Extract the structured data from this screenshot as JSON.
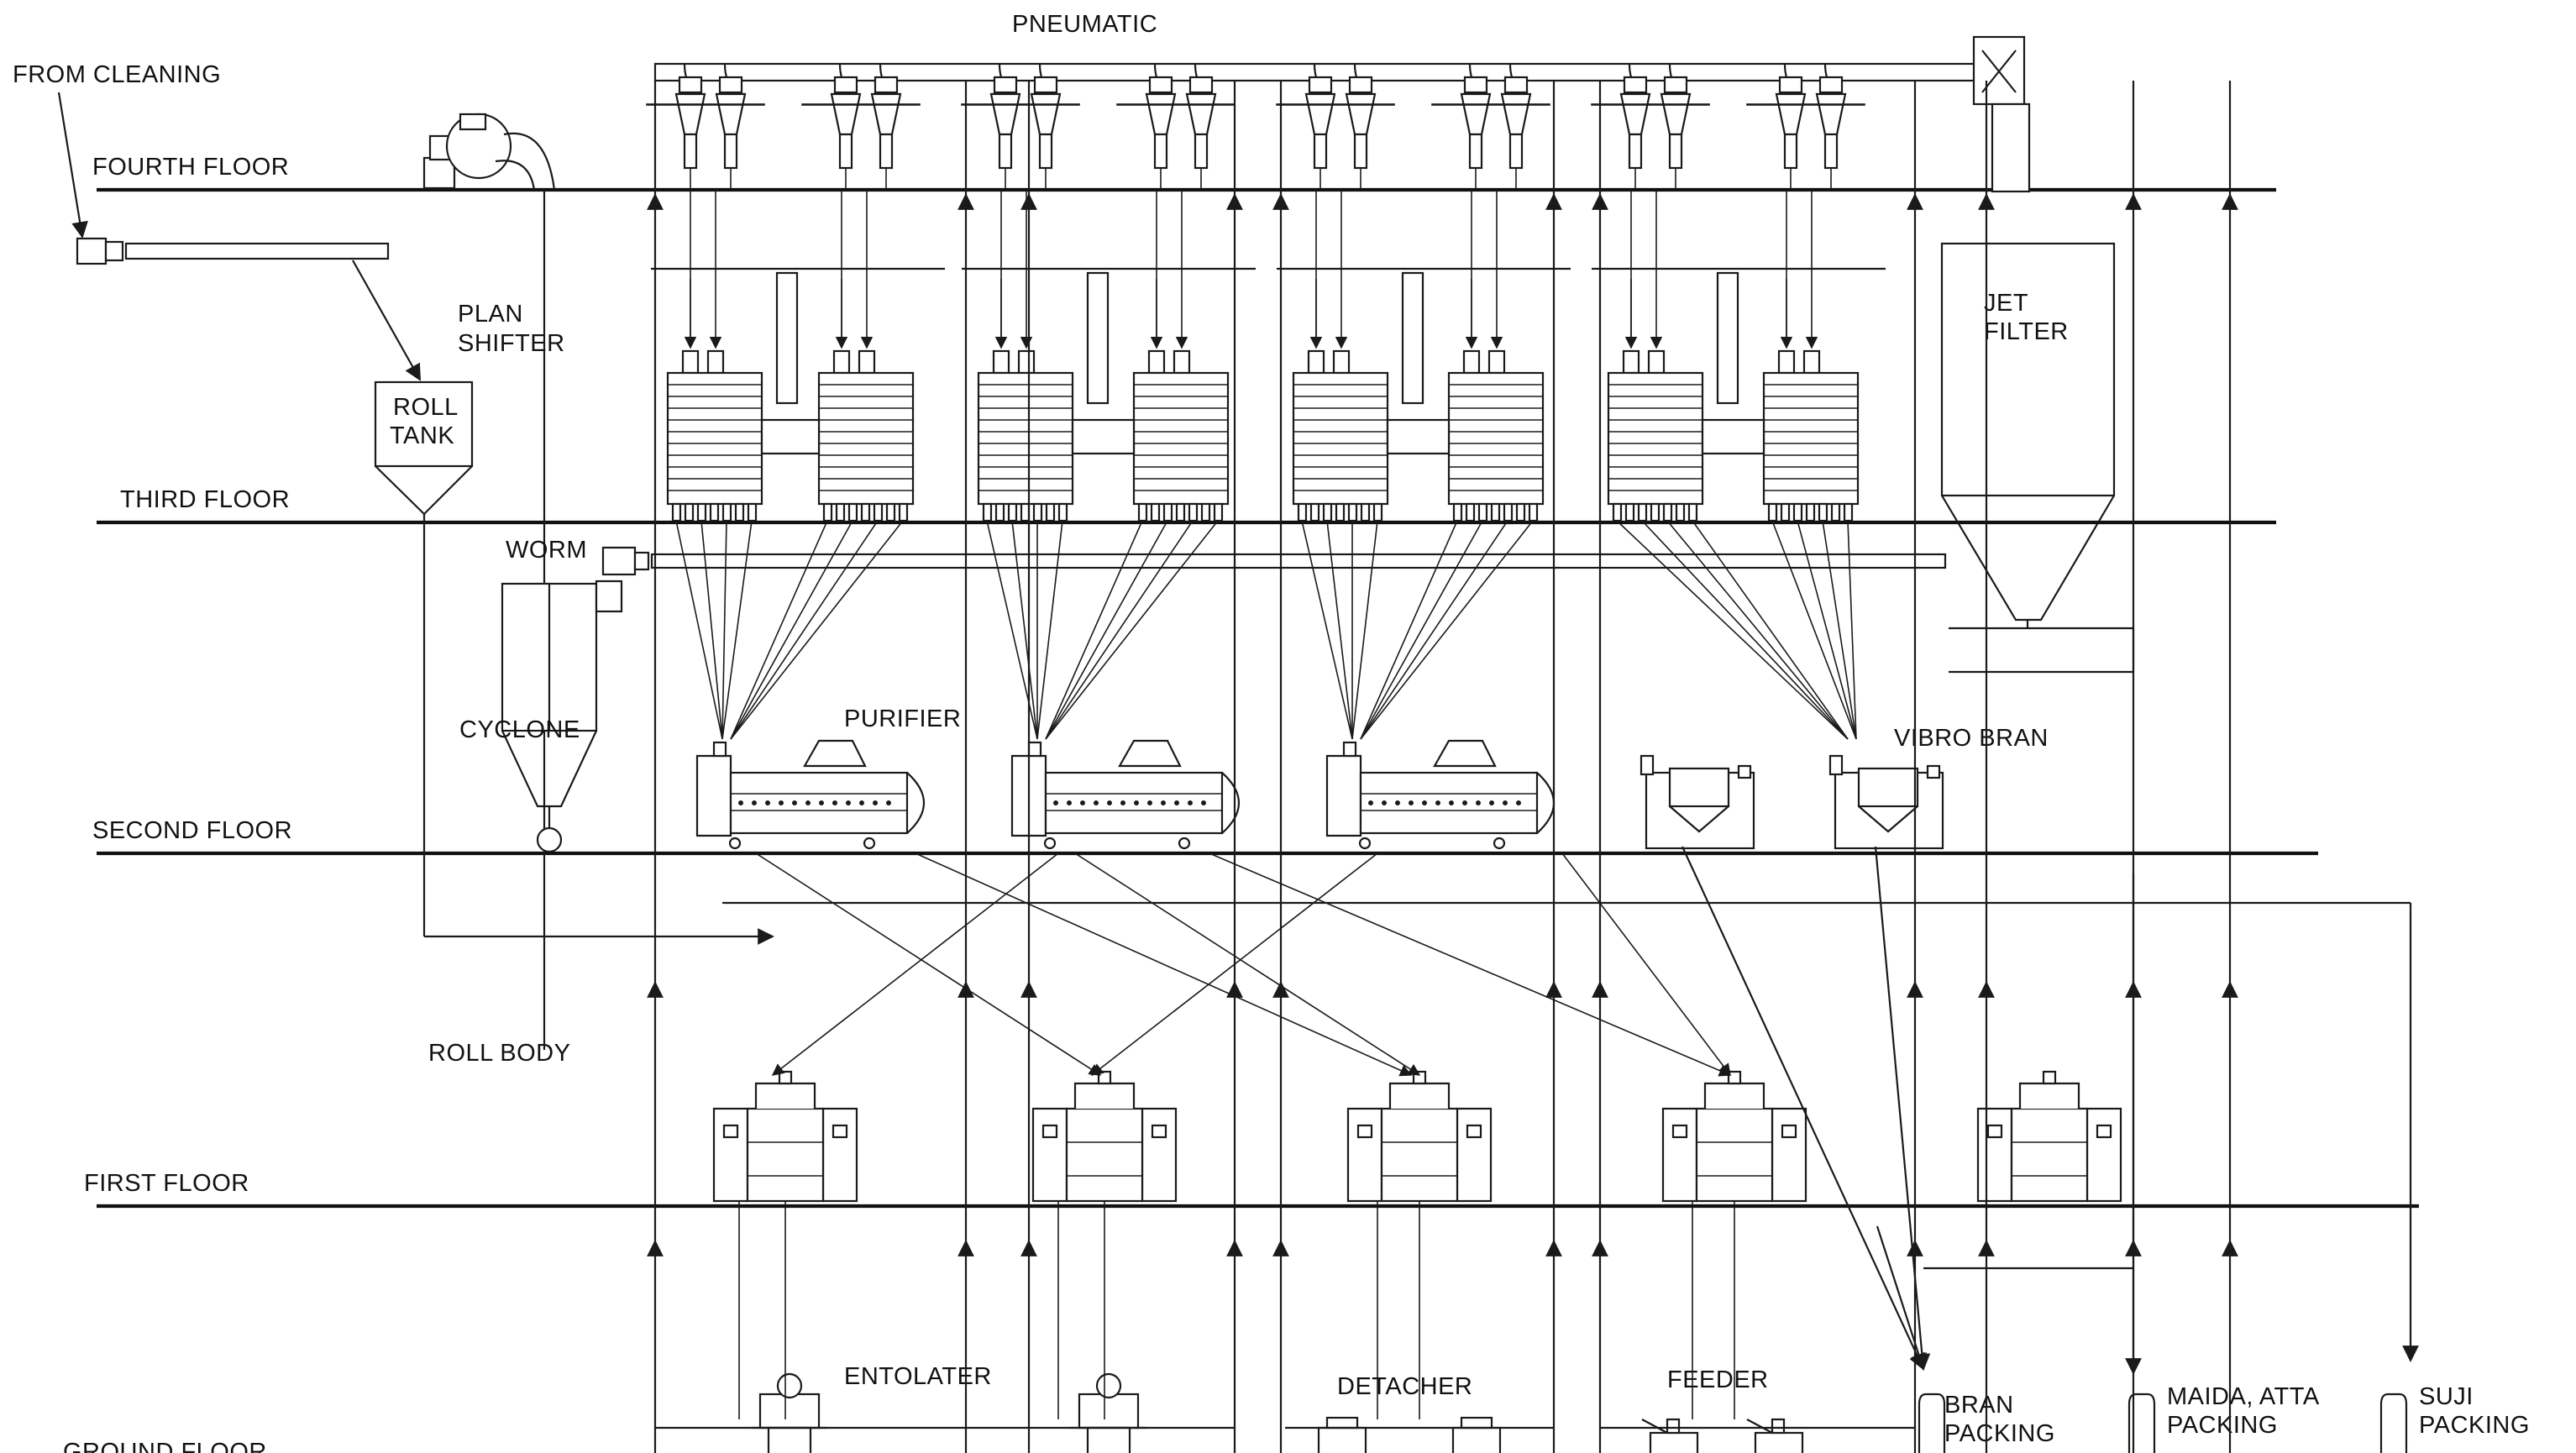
{
  "floors": [
    {
      "label": "FOURTH FLOOR"
    },
    {
      "label": "THIRD FLOOR"
    },
    {
      "label": "SECOND FLOOR"
    },
    {
      "label": "FIRST FLOOR"
    },
    {
      "label": "GROUND FLOOR"
    }
  ],
  "labels": {
    "pneumatic": "PNEUMATIC",
    "from_cleaning": "FROM CLEANING",
    "plan_shifter_1": "PLAN",
    "plan_shifter_2": "SHIFTER",
    "roll_tank_1": "ROLL",
    "roll_tank_2": "TANK",
    "worm": "WORM",
    "cyclone": "CYCLONE",
    "purifier": "PURIFIER",
    "vibro_bran": "VIBRO BRAN",
    "jet_filter_1": "JET",
    "jet_filter_2": "FILTER",
    "roll_body": "ROLL BODY",
    "entolater": "ENTOLATER",
    "detacher": "DETACHER",
    "feeder": "FEEDER",
    "bran_packing_1": "BRAN",
    "bran_packing_2": "PACKING",
    "maida_packing_1": "MAIDA, ATTA",
    "maida_packing_2": "PACKING",
    "suji_packing_1": "SUJI",
    "suji_packing_2": "PACKING"
  }
}
